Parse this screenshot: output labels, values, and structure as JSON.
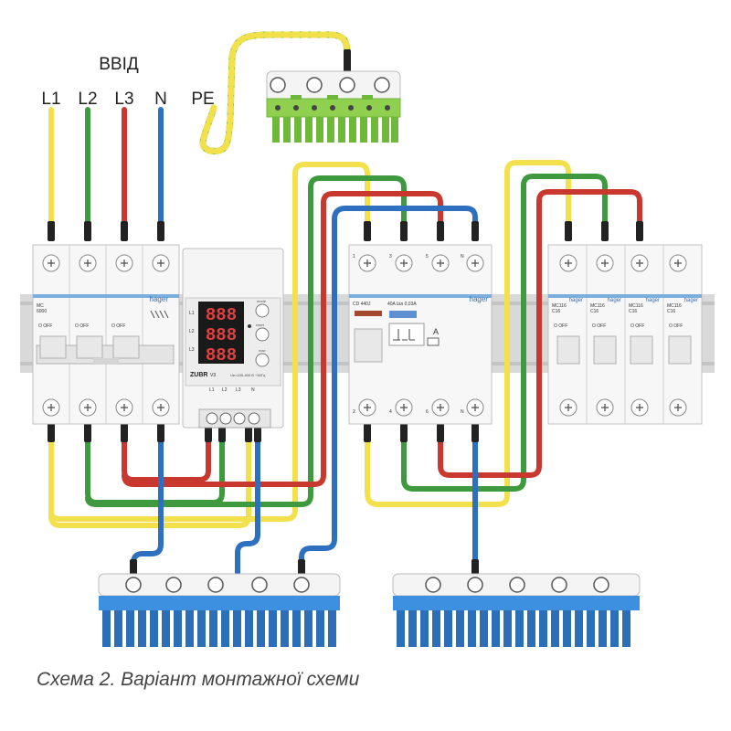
{
  "input_title": "ВВІД",
  "inputs": [
    "L1",
    "L2",
    "L3",
    "N",
    "PE"
  ],
  "main_breaker": {
    "label": "MC\n6000",
    "brand": "hager",
    "switch_text": "O OFF"
  },
  "relay": {
    "name": "ZUBR",
    "model": "V3",
    "spec": "Ue=100-400 В ~50Гц",
    "phases": [
      "L1",
      "L2",
      "L3"
    ],
    "digits": [
      "888",
      "888",
      "888"
    ],
    "buttons": [
      "mode",
      "reset",
      "max"
    ],
    "terminal_labels": [
      "L1",
      "L2",
      "L3",
      "N"
    ]
  },
  "rcd": {
    "label": "CD 440J",
    "rating": "40A I∆n 0,03A",
    "brand": "hager",
    "top_terminals": [
      "1",
      "3",
      "5",
      "N"
    ],
    "bottom_terminals": [
      "2",
      "4",
      "6",
      "N"
    ],
    "type_mark": "A"
  },
  "mcbs": {
    "label": "MC116\nC16",
    "brand": "hager",
    "switch_text": "O OFF",
    "count": 4
  },
  "colors": {
    "L1": "#f2e14c",
    "L2": "#3f9a3f",
    "L3": "#c8382e",
    "N": "#2f6fbf",
    "pe_green": "#8fce3a",
    "n_bus": "#3d8fe0",
    "pe_bus": "#8fd14f"
  },
  "caption": "Схема 2. Варіант монтажної схеми"
}
